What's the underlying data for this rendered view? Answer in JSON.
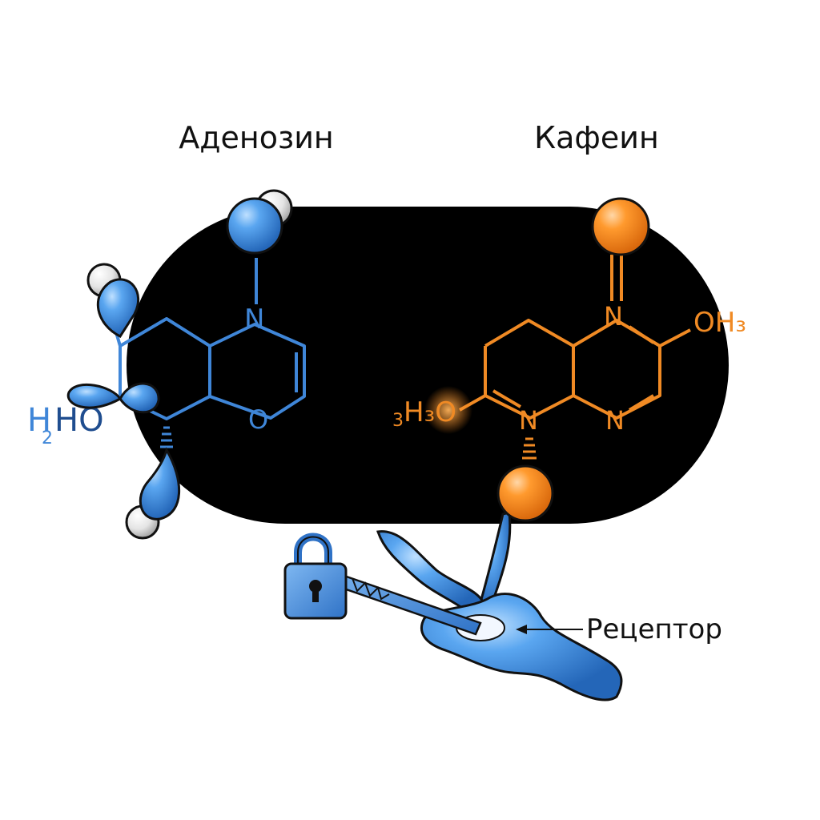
{
  "titles": {
    "adenosine": "Аденозин",
    "caffeine": "Кафеин"
  },
  "adenosine": {
    "atom_n": "N",
    "atom_o": "O",
    "group_left_h": "H",
    "group_left_sub": "2",
    "group_left_ho": "HO"
  },
  "caffeine": {
    "atom_n_top": "N",
    "atom_n_bottom_left": "N",
    "atom_n_bottom_right": "N",
    "group_right": "OH₃",
    "group_left_sub": "3",
    "group_left": "H₃O"
  },
  "receptor": {
    "label": "Рецептор"
  },
  "colors": {
    "adenosine_blue": "#3f86d8",
    "caffeine_orange": "#f08a24",
    "capsule_black": "#000000",
    "hydrogen_white": "#e8e8e8"
  },
  "icons": [
    "padlock-icon",
    "key-icon",
    "receptor-protein"
  ]
}
